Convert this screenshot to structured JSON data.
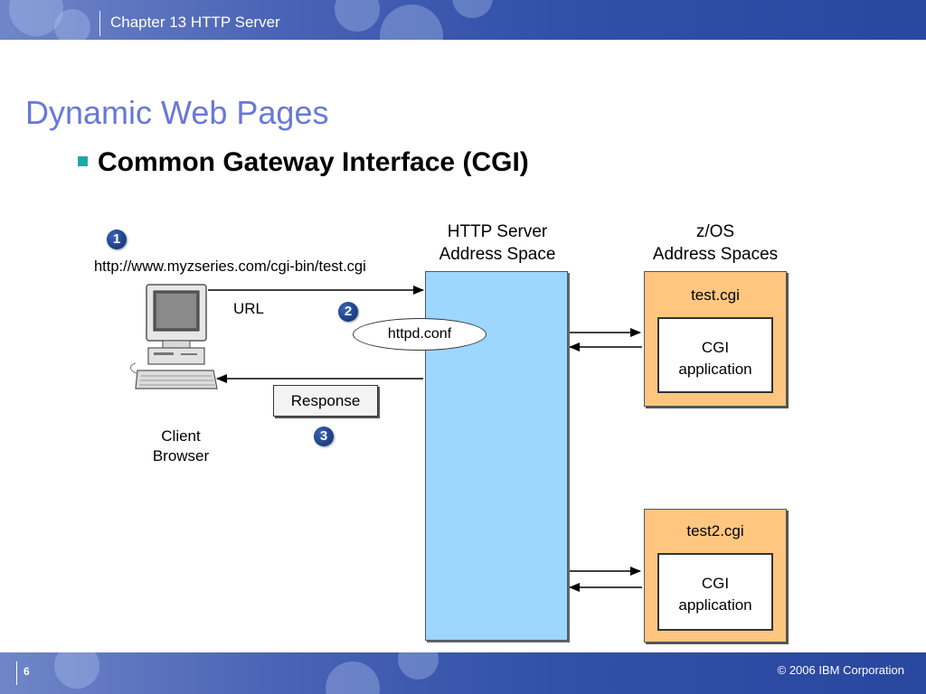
{
  "header": {
    "title": "Chapter 13 HTTP Server"
  },
  "slide": {
    "title": "Dynamic Web Pages",
    "bullet": "Common Gateway Interface (CGI)"
  },
  "diagram": {
    "steps": [
      "1",
      "2",
      "3"
    ],
    "url_text": "http://www.myzseries.com/cgi-bin/test.cgi",
    "url_label": "URL",
    "client_label_line1": "Client",
    "client_label_line2": "Browser",
    "response_label": "Response",
    "httpd_label": "httpd.conf",
    "server_label_line1": "HTTP Server",
    "server_label_line2": "Address Space",
    "zos_label_line1": "z/OS",
    "zos_label_line2": "Address Spaces",
    "zos_boxes": [
      {
        "title": "test.cgi",
        "app_line1": "CGI",
        "app_line2": "application"
      },
      {
        "title": "test2.cgi",
        "app_line1": "CGI",
        "app_line2": "application"
      }
    ],
    "colors": {
      "server_fill": "#9dd6ff",
      "zos_fill": "#ffc680",
      "step_circle": "#1a3f8a"
    }
  },
  "footer": {
    "page_number": "6",
    "copyright": "© 2006 IBM Corporation"
  }
}
